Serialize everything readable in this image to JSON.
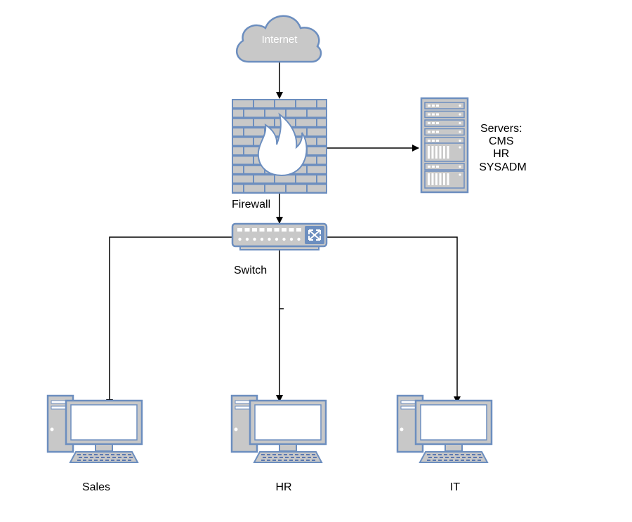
{
  "colors": {
    "icon_fill": "#c8c8c8",
    "icon_stroke": "#6c8ebf",
    "icon_line": "#5b78b0",
    "screen": "#ffffff",
    "edge": "#000000",
    "label": "#000000"
  },
  "nodes": {
    "internet": {
      "label": "Internet",
      "icon": "cloud-icon"
    },
    "firewall": {
      "label": "Firewall",
      "icon": "firewall-icon"
    },
    "servers": {
      "label_lines": [
        "Servers:",
        "CMS",
        "HR",
        "SYSADM"
      ],
      "icon": "server-rack-icon"
    },
    "switch": {
      "label": "Switch",
      "icon": "network-switch-icon"
    },
    "sales": {
      "label": "Sales",
      "icon": "desktop-computer-icon"
    },
    "hr": {
      "label": "HR",
      "icon": "desktop-computer-icon"
    },
    "it": {
      "label": "IT",
      "icon": "desktop-computer-icon"
    }
  },
  "edges": [
    {
      "from": "internet",
      "to": "firewall"
    },
    {
      "from": "firewall",
      "to": "servers"
    },
    {
      "from": "firewall",
      "to": "switch"
    },
    {
      "from": "switch",
      "to": "sales"
    },
    {
      "from": "switch",
      "to": "hr"
    },
    {
      "from": "switch",
      "to": "it"
    }
  ]
}
